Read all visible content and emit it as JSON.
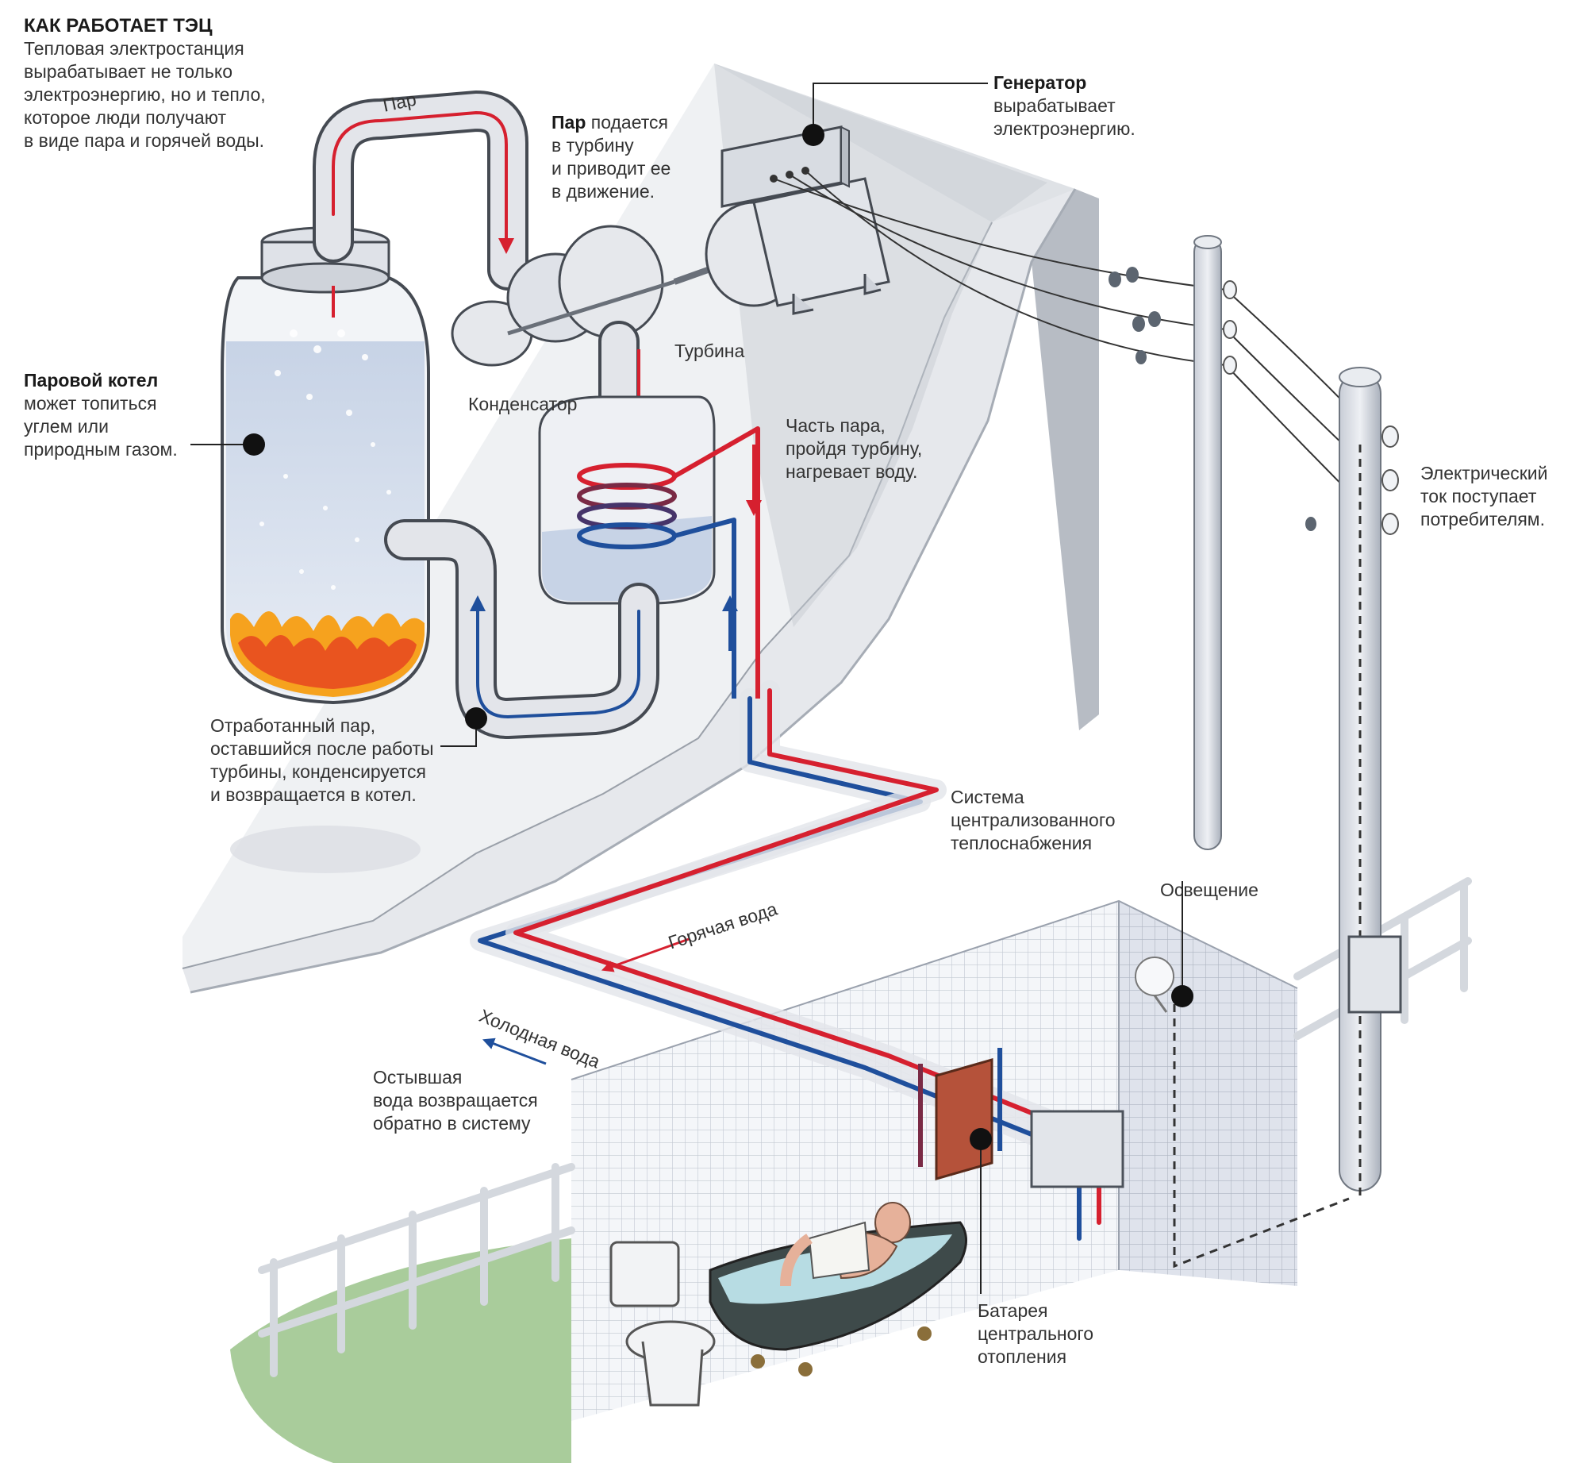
{
  "header": {
    "title": "КАК РАБОТАЕТ ТЭЦ",
    "intro": [
      "Тепловая электростанция",
      "вырабатывает не только",
      "электроэнергию, но и тепло,",
      "которое люди получают",
      "в виде пара и горячей воды."
    ]
  },
  "labels": {
    "steam_pipe": "Пар",
    "steam_bold": "Пар",
    "steam_line1": " подается",
    "steam_rest": [
      "в турбину",
      "и приводит ее",
      "в движение."
    ],
    "generator_bold": "Генератор",
    "generator_rest": [
      "вырабатывает",
      "электроэнергию."
    ],
    "boiler_bold": "Паровой котел",
    "boiler_rest": [
      "может топиться",
      "углем или",
      "природным газом."
    ],
    "turbine": "Турбина",
    "condenser": "Конденсатор",
    "part_steam": [
      "Часть пара,",
      "пройдя турбину,",
      "нагревает воду."
    ],
    "exhaust": [
      "Отработанный пар,",
      "оставшийся после работы",
      "турбины, конденсируется",
      "и возвращается в котел."
    ],
    "district": [
      "Система",
      "централизованного",
      "теплоснабжения"
    ],
    "hot_water": "Горячая вода",
    "cold_water": "Холодная вода",
    "cooled": [
      "Остывшая",
      "вода возвращается",
      "обратно в систему"
    ],
    "lighting": "Освещение",
    "electric": [
      "Электрический",
      "ток поступает",
      "потребителям."
    ],
    "radiator": [
      "Батарея",
      "центрального",
      "отопления"
    ]
  },
  "colors": {
    "hot": "#d6202f",
    "cold": "#1f4f9c",
    "pipe": "#e3e5ea",
    "wall": "#c8ccd2",
    "grass": "#a9cc9b"
  }
}
